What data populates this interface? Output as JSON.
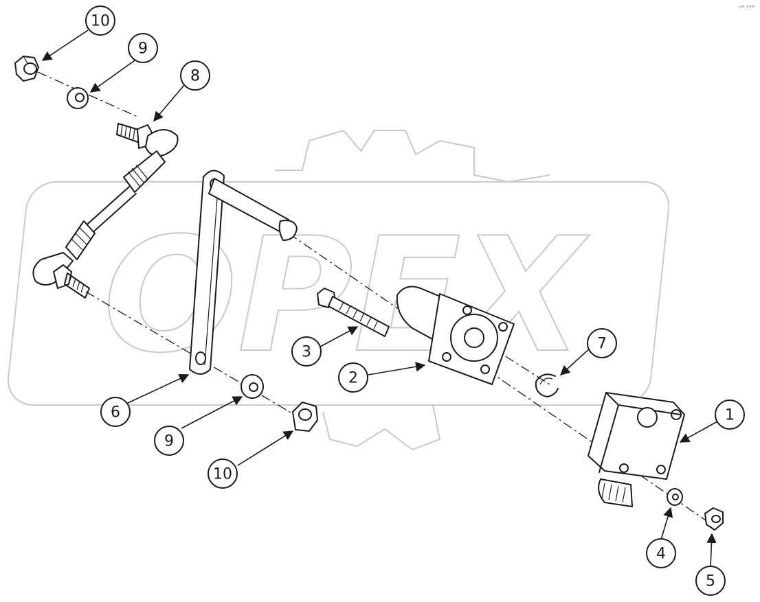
{
  "watermark": {
    "brand": "OPEX"
  },
  "corner_mark": "⁰° °°°",
  "callouts": [
    {
      "id": "c10a",
      "label": "10"
    },
    {
      "id": "c9a",
      "label": "9"
    },
    {
      "id": "c8",
      "label": "8"
    },
    {
      "id": "c3",
      "label": "3"
    },
    {
      "id": "c2",
      "label": "2"
    },
    {
      "id": "c7",
      "label": "7"
    },
    {
      "id": "c6",
      "label": "6"
    },
    {
      "id": "c9b",
      "label": "9"
    },
    {
      "id": "c10b",
      "label": "10"
    },
    {
      "id": "c1",
      "label": "1"
    },
    {
      "id": "c4",
      "label": "4"
    },
    {
      "id": "c5",
      "label": "5"
    }
  ]
}
